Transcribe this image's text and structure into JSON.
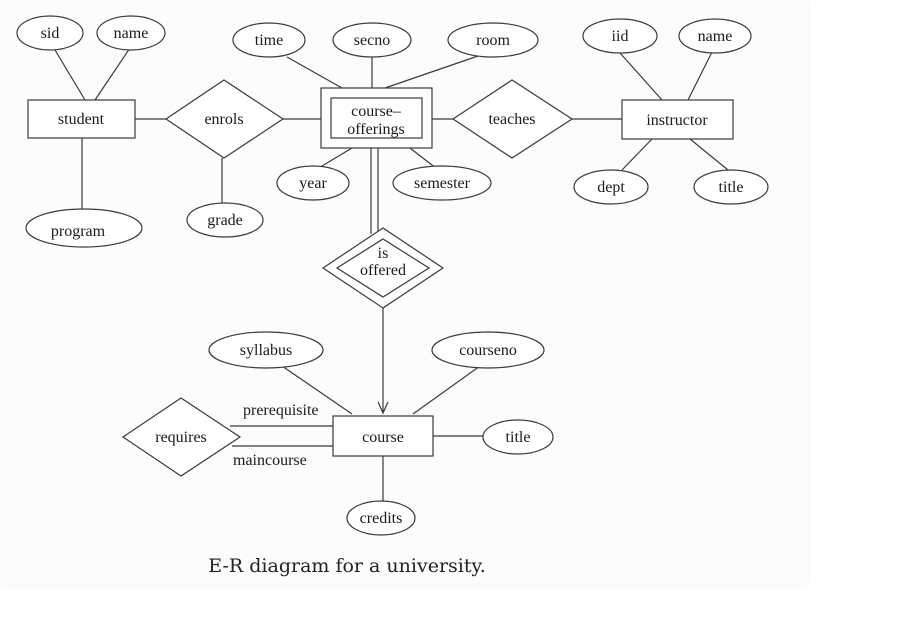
{
  "entities": {
    "student": "student",
    "course_offerings_1": "course–",
    "course_offerings_2": "offerings",
    "instructor": "instructor",
    "course": "course"
  },
  "relationships": {
    "enrols": "enrols",
    "teaches": "teaches",
    "is_offered_1": "is",
    "is_offered_2": "offered",
    "requires": "requires"
  },
  "attributes": {
    "sid": "sid",
    "student_name": "name",
    "program": "program",
    "grade": "grade",
    "time": "time",
    "secno": "secno",
    "room": "room",
    "year": "year",
    "semester": "semester",
    "iid": "iid",
    "instructor_name": "name",
    "dept": "dept",
    "instructor_title": "title",
    "syllabus": "syllabus",
    "courseno": "courseno",
    "course_title": "title",
    "credits": "credits"
  },
  "roles": {
    "prerequisite": "prerequisite",
    "maincourse": "maincourse"
  },
  "caption": "E-R diagram for a university."
}
